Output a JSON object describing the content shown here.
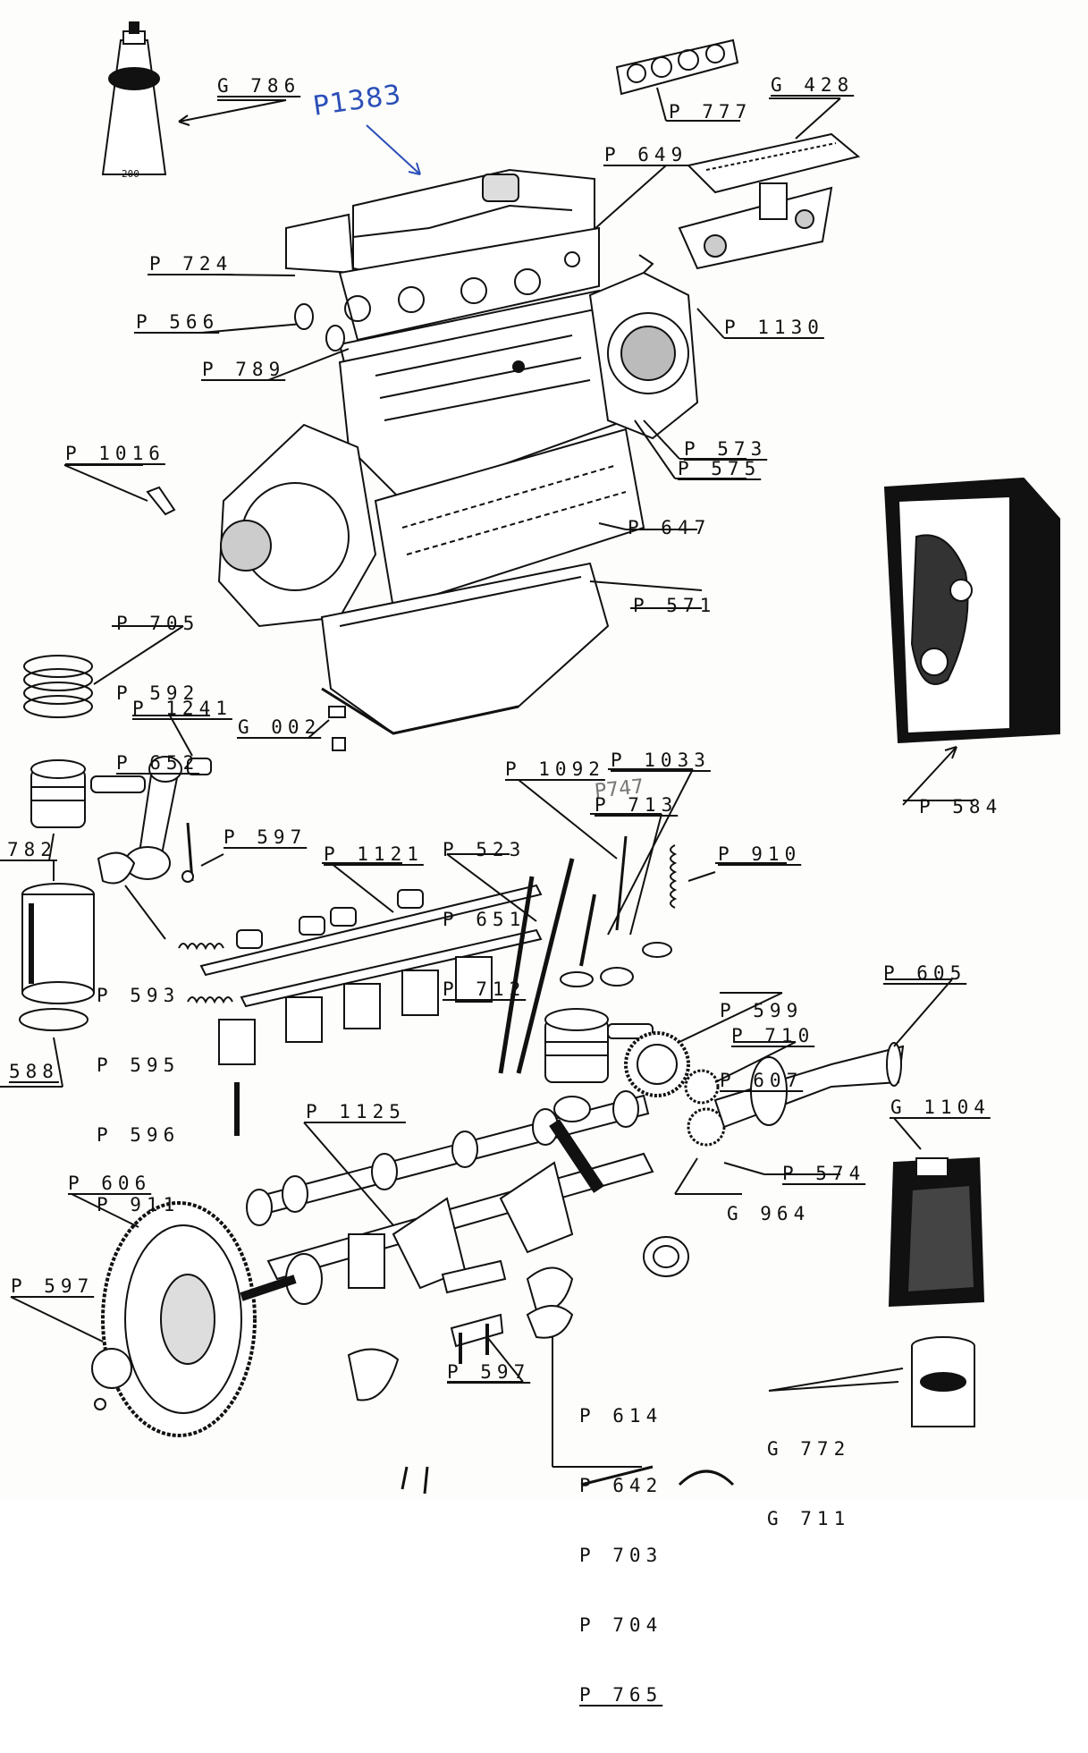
{
  "labels": {
    "g786": "G 786",
    "p1383": "P1383",
    "p777": "P 777",
    "g428": "G 428",
    "p649": "P 649",
    "p724": "P 724",
    "p566": "P 566",
    "p1130": "P 1130",
    "p789": "P 789",
    "p1016": "P 1016",
    "p573": "P 573",
    "p575": "P 575",
    "p647": "P 647",
    "p571": "P 571",
    "p584": "P 584",
    "g002": "G 002",
    "p1241": "P 1241",
    "p1092": "P 1092",
    "p1033": "P 1033",
    "p747": "P747",
    "p713": "P 713",
    "p597a": "P 597",
    "p1121": "P 1121",
    "p910": "P 910",
    "n782": "782",
    "n588": "588",
    "p605": "P 605",
    "p710": "P 710",
    "g1104": "G 1104",
    "p1125": "P 1125",
    "p574": "P 574",
    "g964": "G 964",
    "p606": "P 606",
    "p597b": "P 597",
    "p597c": "P 597"
  },
  "stacks": {
    "rings": [
      "P 705",
      "P 592",
      "P 652"
    ],
    "pistons": [
      "P 523",
      "P 651",
      "P 712"
    ],
    "liner": [
      "P 593",
      "P 595",
      "P 596",
      "P 911"
    ],
    "timing": [
      "P 599",
      "P 607"
    ],
    "bearings": [
      "P 614",
      "P 642",
      "P 703",
      "P 704",
      "P 765"
    ],
    "tin": [
      "G 772",
      "G 711"
    ]
  },
  "tube_text": "200",
  "colors": {
    "ink": "#111111",
    "handwriting": "#2b4fb8"
  }
}
